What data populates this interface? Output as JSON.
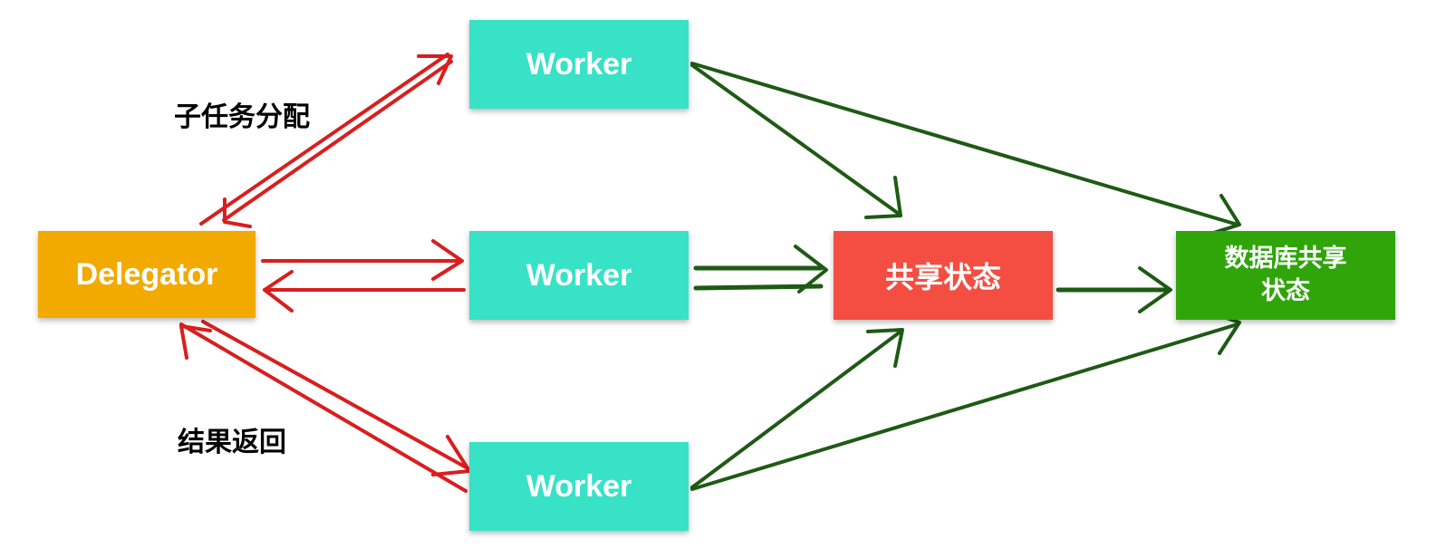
{
  "colors": {
    "delegator": "#F2A900",
    "worker": "#38E2C6",
    "shared_state": "#F44D41",
    "database": "#2FA50A",
    "dispatch_arrow": "#D91E1E",
    "state_arrow": "#1E5A14"
  },
  "nodes": {
    "delegator": "Delegator",
    "worker_1": "Worker",
    "worker_2": "Worker",
    "worker_3": "Worker",
    "shared_state": "共享状态",
    "database_line1": "数据库共享",
    "database_line2": "状态"
  },
  "labels": {
    "assign": "子任务分配",
    "return": "结果返回"
  },
  "edges": [
    {
      "from": "delegator",
      "to": "worker_1",
      "style": "red-double"
    },
    {
      "from": "delegator",
      "to": "worker_2",
      "style": "red-double"
    },
    {
      "from": "delegator",
      "to": "worker_3",
      "style": "red-double"
    },
    {
      "from": "worker_1",
      "to": "shared_state",
      "style": "green"
    },
    {
      "from": "worker_1",
      "to": "database",
      "style": "green"
    },
    {
      "from": "worker_2",
      "to": "shared_state",
      "style": "green"
    },
    {
      "from": "worker_3",
      "to": "shared_state",
      "style": "green"
    },
    {
      "from": "worker_3",
      "to": "database",
      "style": "green"
    },
    {
      "from": "shared_state",
      "to": "database",
      "style": "green"
    }
  ]
}
